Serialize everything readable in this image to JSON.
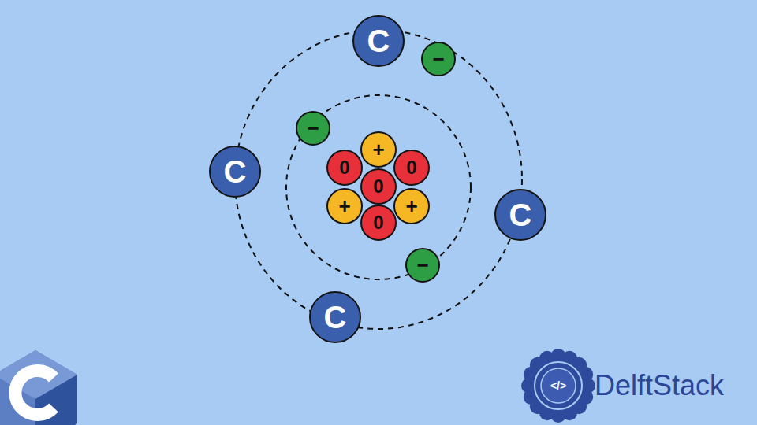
{
  "diagram": {
    "nodes": [
      {
        "text": [
          "C"
        ]
      },
      {
        "text": [
          "−"
        ]
      },
      {
        "text": [
          "−"
        ]
      },
      {
        "text": [
          "+"
        ]
      },
      {
        "text": [
          "0"
        ]
      },
      {
        "text": [
          "0"
        ]
      },
      {
        "text": [
          "C"
        ]
      },
      {
        "text": [
          "0"
        ]
      },
      {
        "text": [
          "+"
        ]
      },
      {
        "text": [
          "+"
        ]
      },
      {
        "text": [
          "C"
        ]
      },
      {
        "text": [
          "0"
        ]
      },
      {
        "text": [
          "−"
        ]
      },
      {
        "text": [
          "C"
        ]
      }
    ],
    "labels": [
      "</>",
      "DelftStack"
    ]
  }
}
